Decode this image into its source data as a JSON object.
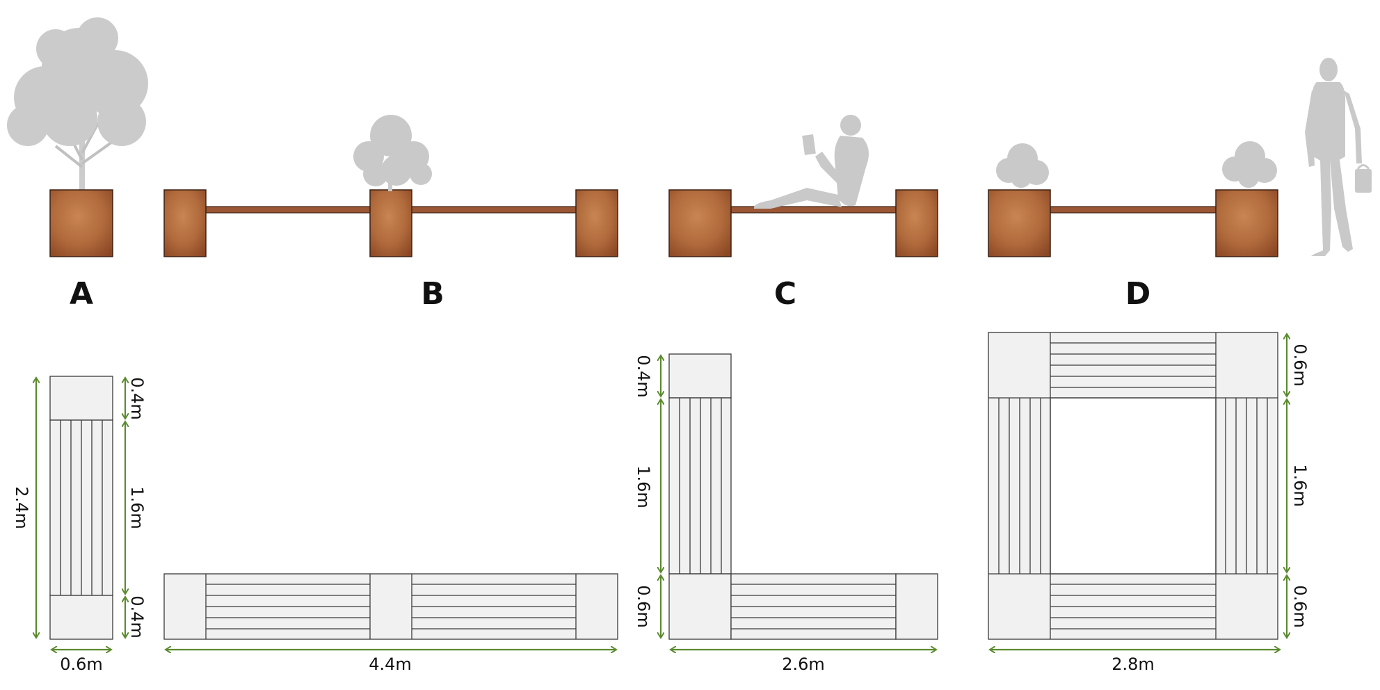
{
  "colors": {
    "corten_light": "#c98552",
    "corten_mid": "#a85f35",
    "corten_dark": "#7a3d1e",
    "plan_fill": "#f1f1f1",
    "plan_stroke": "#3a3a3a",
    "dimension": "#5b8a2e",
    "silhouette": "#c9c9c9"
  },
  "variants": [
    {
      "id": "A",
      "label": "A"
    },
    {
      "id": "B",
      "label": "B"
    },
    {
      "id": "C",
      "label": "C"
    },
    {
      "id": "D",
      "label": "D"
    }
  ],
  "dimensions": {
    "a_total_height": "2.4m",
    "a_top": "0.4m",
    "a_middle": "1.6m",
    "a_bottom": "0.4m",
    "a_width": "0.6m",
    "b_length": "4.4m",
    "c_top": "0.4m",
    "c_middle": "1.6m",
    "c_bottom": "0.6m",
    "c_width": "2.6m",
    "d_top": "0.6m",
    "d_middle": "1.6m",
    "d_bottom": "0.6m",
    "d_width": "2.8m"
  },
  "icons": [
    "tree-large",
    "tree-small",
    "person-sitting-reading",
    "person-walking-with-bag"
  ]
}
